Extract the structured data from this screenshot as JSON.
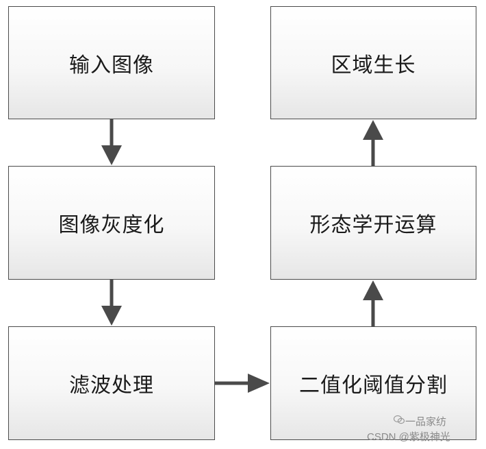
{
  "diagram": {
    "nodes": [
      {
        "id": "input",
        "label": "输入图像"
      },
      {
        "id": "gray",
        "label": "图像灰度化"
      },
      {
        "id": "filter",
        "label": "滤波处理"
      },
      {
        "id": "region",
        "label": "区域生长"
      },
      {
        "id": "morph",
        "label": "形态学开运算"
      },
      {
        "id": "threshold",
        "label": "二值化阈值分割"
      }
    ],
    "edges": [
      {
        "from": "input",
        "to": "gray"
      },
      {
        "from": "gray",
        "to": "filter"
      },
      {
        "from": "filter",
        "to": "threshold"
      },
      {
        "from": "threshold",
        "to": "morph"
      },
      {
        "from": "morph",
        "to": "region"
      }
    ],
    "colors": {
      "border": "#4a4a4a",
      "arrow": "#4a4a4a",
      "fill_top": "#ffffff",
      "fill_bottom": "#e6e6e6"
    }
  },
  "watermark": {
    "line1": "一品家纺",
    "line2": "CSDN @紫极神光"
  }
}
